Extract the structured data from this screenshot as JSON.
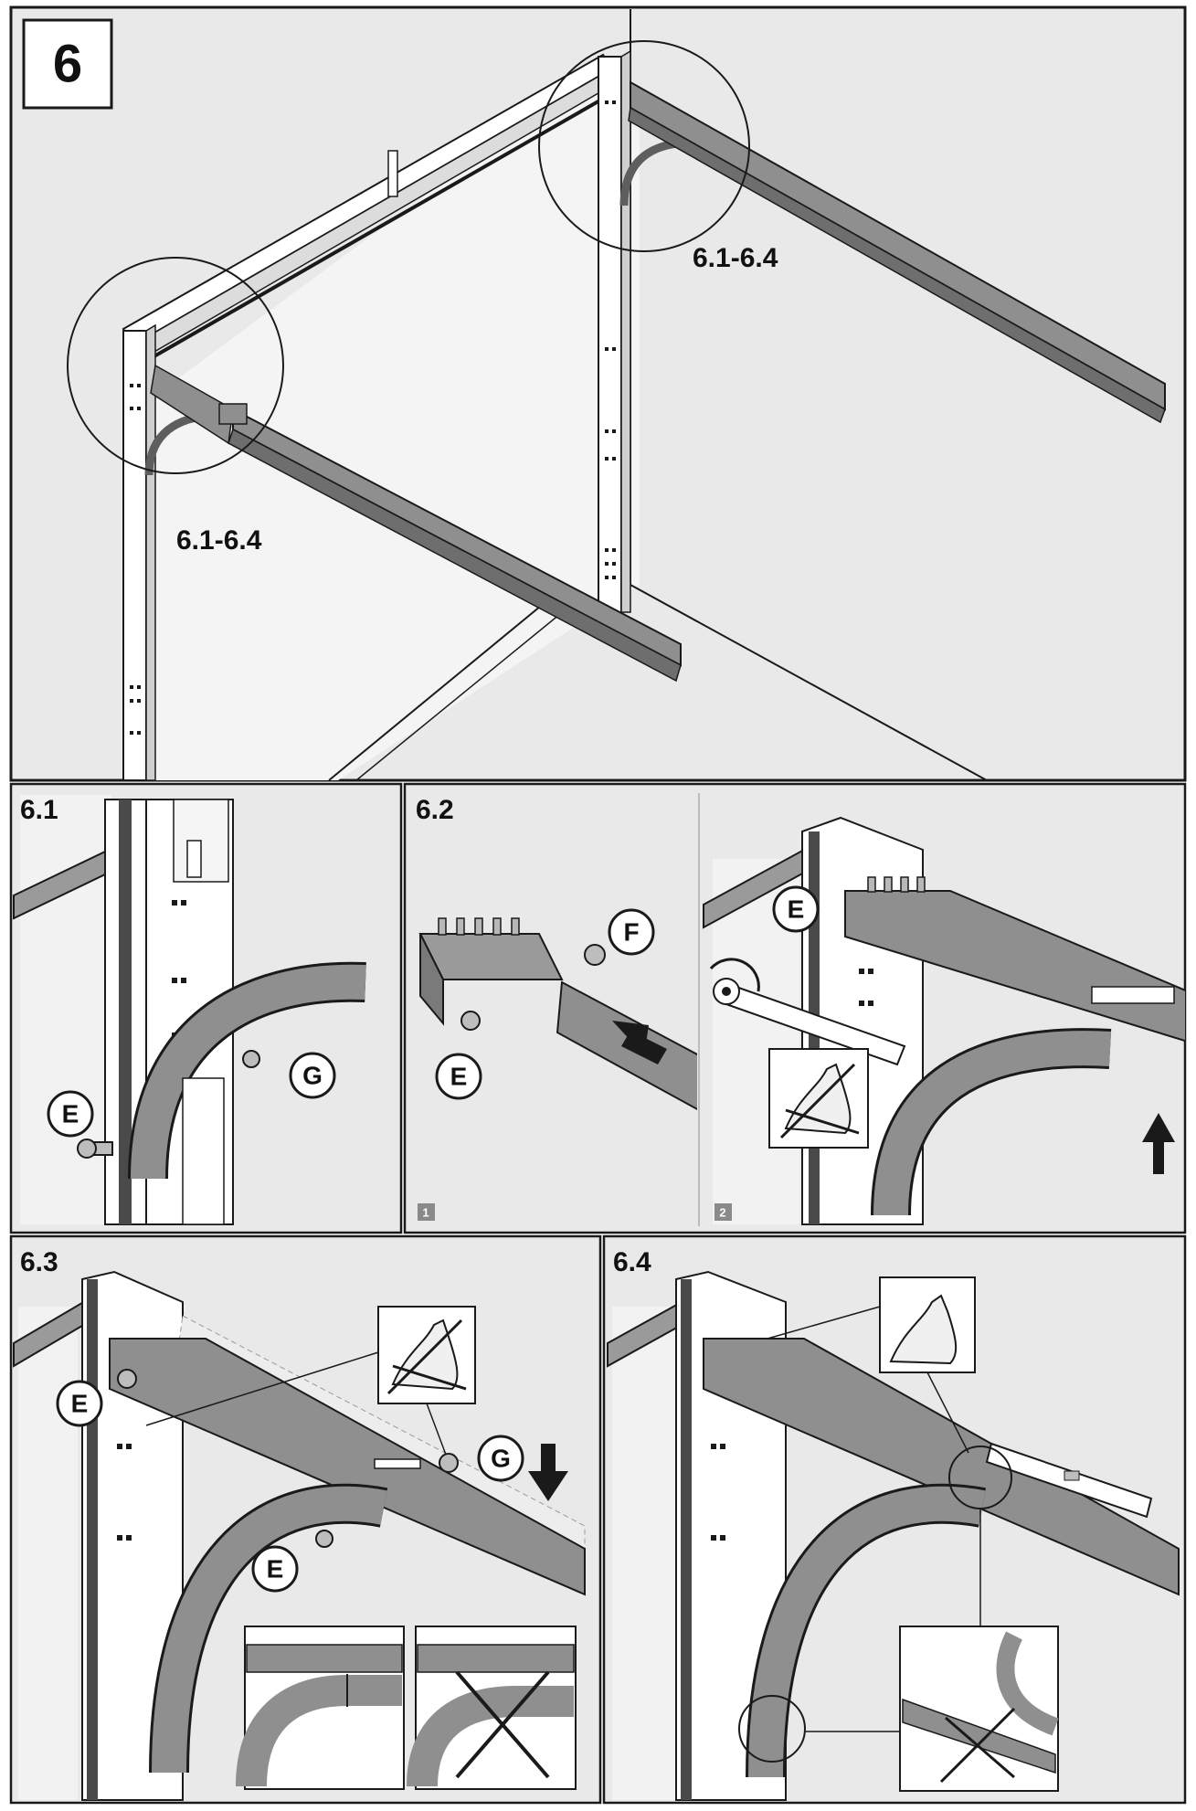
{
  "step": {
    "number": "6",
    "callout_left": "6.1-6.4",
    "callout_right": "6.1-6.4"
  },
  "panels": {
    "p61": {
      "title": "6.1",
      "labels": {
        "e": "E",
        "g": "G"
      }
    },
    "p62": {
      "title": "6.2",
      "labels": {
        "e1": "E",
        "f": "F",
        "e2": "E"
      },
      "markers": {
        "m1": "1",
        "m2": "2"
      }
    },
    "p63": {
      "title": "6.3",
      "labels": {
        "e1": "E",
        "g": "G",
        "e2": "E"
      }
    },
    "p64": {
      "title": "6.4"
    }
  },
  "colors": {
    "panel_bg": "#e9e9e9",
    "track": "#8f8f8f",
    "track_dark": "#5e5e5e",
    "frame": "#ffffff",
    "outline": "#1a1a1a"
  }
}
